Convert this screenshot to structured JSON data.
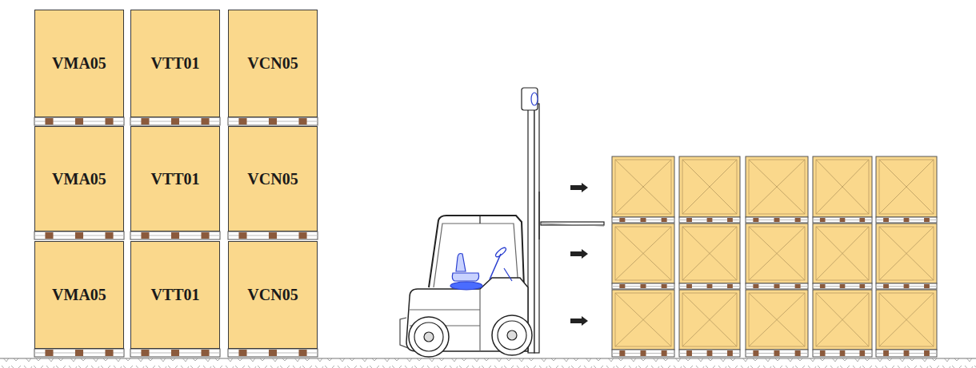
{
  "diagram": {
    "nodes": [
      {
        "text": [
          "VMA05"
        ]
      },
      {
        "text": [
          "VTT01"
        ]
      },
      {
        "text": [
          "VCN05"
        ]
      },
      {
        "text": [
          "VMA05"
        ]
      },
      {
        "text": [
          "VTT01"
        ]
      },
      {
        "text": [
          "VCN05"
        ]
      },
      {
        "text": [
          "VMA05"
        ]
      },
      {
        "text": [
          "VTT01"
        ]
      },
      {
        "text": [
          "VCN05"
        ]
      }
    ]
  }
}
